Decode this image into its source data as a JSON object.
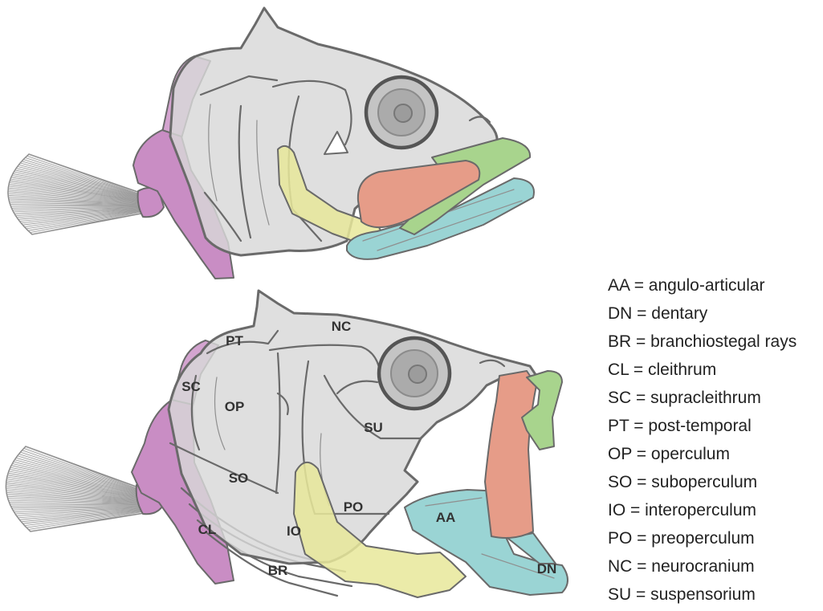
{
  "labels": {
    "pt": "PT",
    "nc": "NC",
    "sc": "SC",
    "op": "OP",
    "su": "SU",
    "so": "SO",
    "po": "PO",
    "aa": "AA",
    "io": "IO",
    "cl": "CL",
    "br": "BR",
    "dn": "DN"
  },
  "legend": [
    "AA = angulo-articular",
    "DN = dentary",
    "BR = branchiostegal rays",
    "CL = cleithrum",
    "SC = supracleithrum",
    "PT = post-temporal",
    "OP = operculum",
    "SO = suboperculum",
    "IO = interoperculum",
    "PO = preoperculum",
    "NC = neurocranium",
    "SU = suspensorium"
  ],
  "colors": {
    "bone": "#d8d8d8",
    "outline": "#6a6a6a",
    "eye_outer": "#c4c4c4",
    "eye_inner": "#ababab",
    "pupil": "#9c9c9c",
    "cleithrum": "#c98dc4",
    "jaw_red": "#e69c88",
    "jaw_green": "#a8d48d",
    "jaw_blue": "#9ad4d4",
    "interoperculum": "#e8e79a"
  }
}
